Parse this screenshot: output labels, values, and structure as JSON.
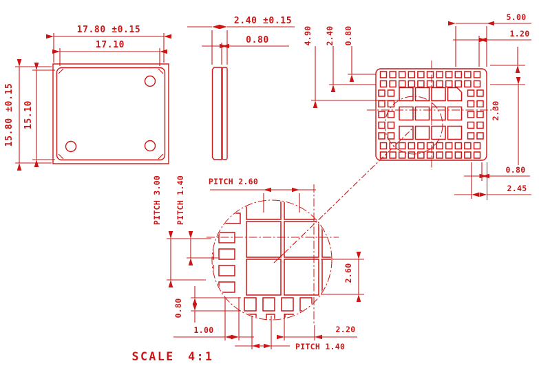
{
  "drawing": {
    "type": "mechanical-engineering-drawing",
    "line_color": "#cc1515",
    "background_color": "#ffffff",
    "scale_note": "SCALE 4:1",
    "views": {
      "top_view": {
        "outer_width": "17.80 ±0.15",
        "inner_width": "17.10",
        "outer_height": "15.80 ±0.15",
        "inner_height": "15.10"
      },
      "side_view": {
        "total_thickness": "2.40 ±0.15",
        "step_thickness": "0.80"
      },
      "land_pattern": {
        "top_d1": "4.90",
        "top_d2": "2.40",
        "top_d3": "0.80",
        "right_top_d1": "5.00",
        "right_top_d2": "1.20",
        "right_d1": "2.30",
        "bottom_d1": "0.80",
        "bottom_d2": "2.45"
      },
      "detail": {
        "pitch_v_large": "PITCH 3.00",
        "pitch_v_small": "PITCH 1.40",
        "pitch_h_large": "PITCH 2.60",
        "pad_width": "2.60",
        "pad_height": "0.80",
        "edge_offset": "1.00",
        "center_offset": "2.20",
        "pitch_h_small": "PITCH 1.40"
      }
    }
  }
}
